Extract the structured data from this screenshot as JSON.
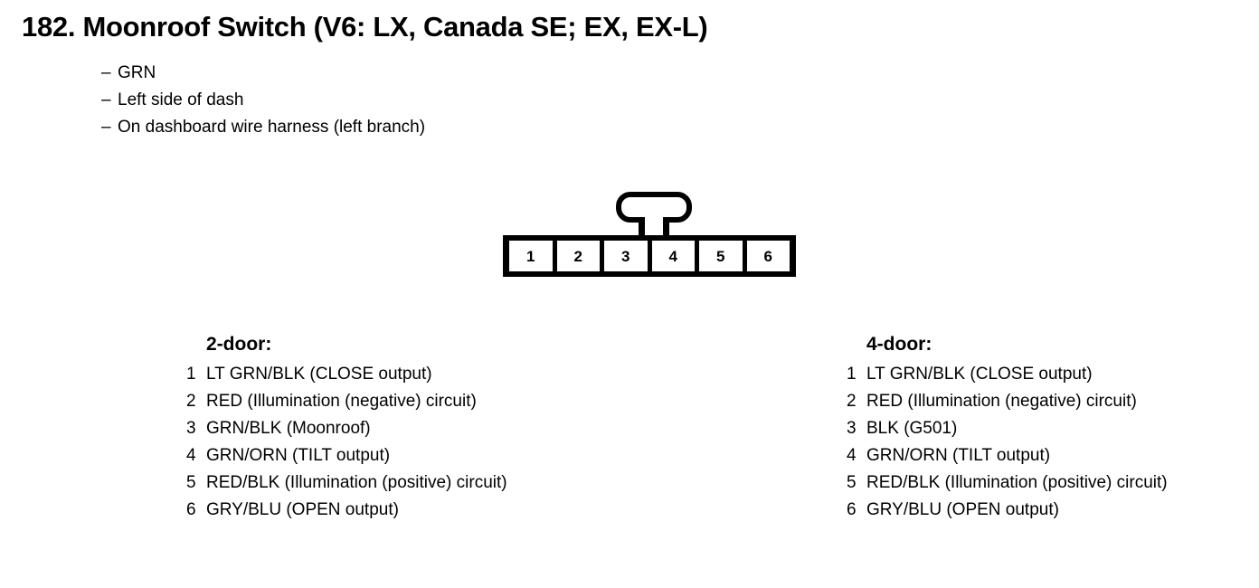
{
  "document": {
    "title": "182. Moonroof Switch (V6: LX, Canada SE; EX, EX-L)",
    "notes": [
      "GRN",
      "Left side of dash",
      "On dashboard wire harness (left branch)"
    ],
    "note_marker": "–"
  },
  "connector": {
    "pin_count": 6,
    "pins": [
      "1",
      "2",
      "3",
      "4",
      "5",
      "6"
    ],
    "latch_label": "connector-latch"
  },
  "pin_tables": [
    {
      "heading": "2-door:",
      "rows": [
        {
          "pin": "1",
          "description": "LT GRN/BLK (CLOSE output)"
        },
        {
          "pin": "2",
          "description": "RED (Illumination (negative) circuit)"
        },
        {
          "pin": "3",
          "description": "GRN/BLK (Moonroof)"
        },
        {
          "pin": "4",
          "description": "GRN/ORN (TILT output)"
        },
        {
          "pin": "5",
          "description": "RED/BLK (Illumination (positive) circuit)"
        },
        {
          "pin": "6",
          "description": "GRY/BLU (OPEN output)"
        }
      ]
    },
    {
      "heading": "4-door:",
      "rows": [
        {
          "pin": "1",
          "description": "LT GRN/BLK (CLOSE output)"
        },
        {
          "pin": "2",
          "description": "RED (Illumination (negative) circuit)"
        },
        {
          "pin": "3",
          "description": "BLK (G501)"
        },
        {
          "pin": "4",
          "description": "GRN/ORN (TILT output)"
        },
        {
          "pin": "5",
          "description": "RED/BLK (Illumination (positive) circuit)"
        },
        {
          "pin": "6",
          "description": "GRY/BLU (OPEN output)"
        }
      ]
    }
  ],
  "colors": {
    "ink": "#000000",
    "paper": "#ffffff"
  }
}
